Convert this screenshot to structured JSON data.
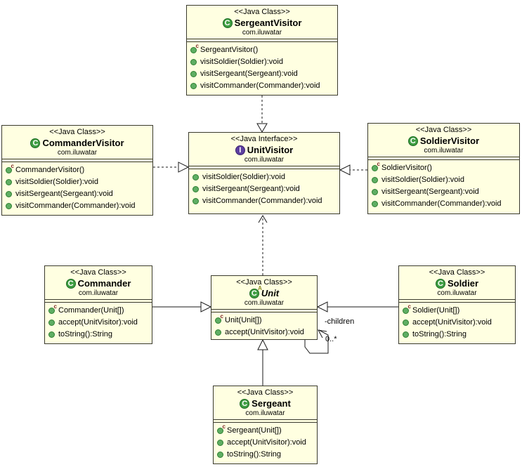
{
  "colors": {
    "box_fill": "#ffffe1",
    "box_border": "#3a3a2e",
    "class_icon": "#3f9e43",
    "interface_icon": "#5d3fa0",
    "dot_fill": "#5fae63",
    "dot_border": "#2f8032",
    "line": "#1a1a1a"
  },
  "icons": {
    "class_letter": "C",
    "interface_letter": "I",
    "abstract_badge": "A",
    "constructor_badge": "c"
  },
  "edge_labels": {
    "children": "-children",
    "multiplicity": "0..*"
  },
  "classes": {
    "sergeant_visitor": {
      "stereotype": "<<Java Class>>",
      "name": "SergeantVisitor",
      "package": "com.iluwatar",
      "methods": [
        "SergeantVisitor()",
        "visitSoldier(Soldier):void",
        "visitSergeant(Sergeant):void",
        "visitCommander(Commander):void"
      ]
    },
    "commander_visitor": {
      "stereotype": "<<Java Class>>",
      "name": "CommanderVisitor",
      "package": "com.iluwatar",
      "methods": [
        "CommanderVisitor()",
        "visitSoldier(Soldier):void",
        "visitSergeant(Sergeant):void",
        "visitCommander(Commander):void"
      ]
    },
    "unit_visitor": {
      "stereotype": "<<Java Interface>>",
      "name": "UnitVisitor",
      "package": "com.iluwatar",
      "methods": [
        "visitSoldier(Soldier):void",
        "visitSergeant(Sergeant):void",
        "visitCommander(Commander):void"
      ]
    },
    "soldier_visitor": {
      "stereotype": "<<Java Class>>",
      "name": "SoldierVisitor",
      "package": "com.iluwatar",
      "methods": [
        "SoldierVisitor()",
        "visitSoldier(Soldier):void",
        "visitSergeant(Sergeant):void",
        "visitCommander(Commander):void"
      ]
    },
    "commander": {
      "stereotype": "<<Java Class>>",
      "name": "Commander",
      "package": "com.iluwatar",
      "methods": [
        "Commander(Unit[])",
        "accept(UnitVisitor):void",
        "toString():String"
      ]
    },
    "unit": {
      "stereotype": "<<Java Class>>",
      "name": "Unit",
      "package": "com.iluwatar",
      "methods": [
        "Unit(Unit[])",
        "accept(UnitVisitor):void"
      ]
    },
    "soldier": {
      "stereotype": "<<Java Class>>",
      "name": "Soldier",
      "package": "com.iluwatar",
      "methods": [
        "Soldier(Unit[])",
        "accept(UnitVisitor):void",
        "toString():String"
      ]
    },
    "sergeant": {
      "stereotype": "<<Java Class>>",
      "name": "Sergeant",
      "package": "com.iluwatar",
      "methods": [
        "Sergeant(Unit[])",
        "accept(UnitVisitor):void",
        "toString():String"
      ]
    }
  }
}
